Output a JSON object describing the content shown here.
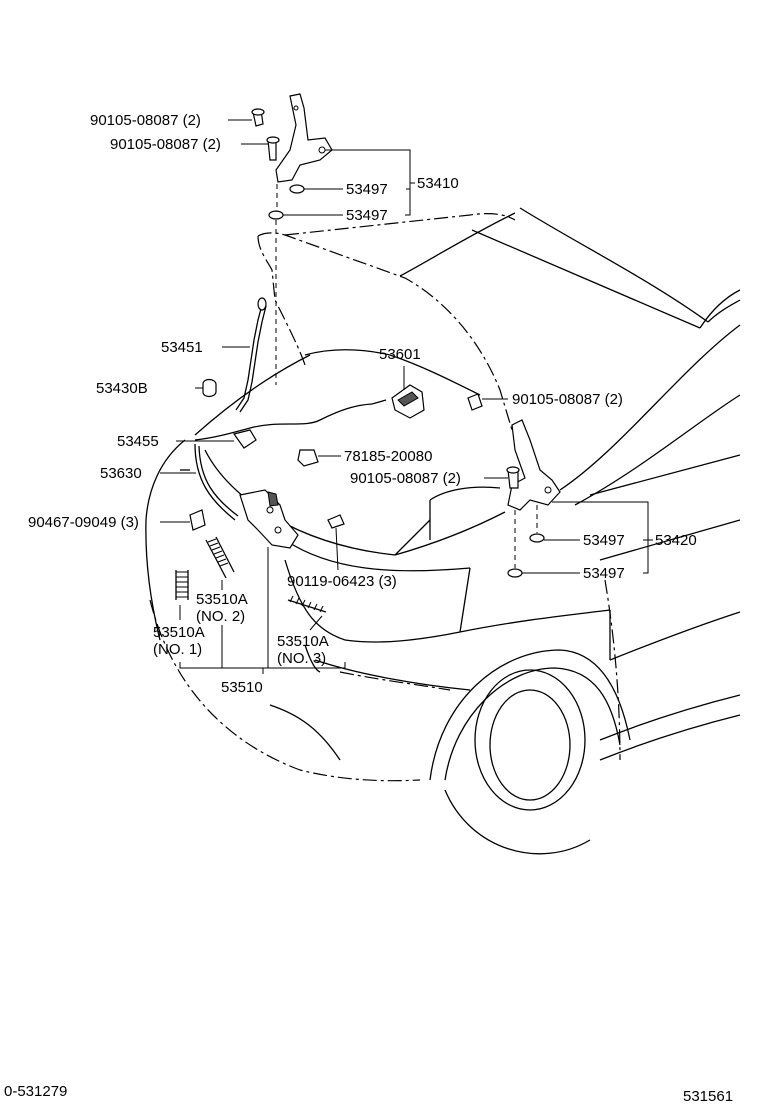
{
  "labels": {
    "bolt_hinge_upper_1": "90105-08087 (2)",
    "bolt_hinge_upper_2": "90105-08087 (2)",
    "washer_upper_1": "53497",
    "hinge_lh_assy": "53410",
    "washer_upper_2": "53497",
    "support_rod": "53451",
    "cushion": "53430B",
    "release_lever": "53601",
    "bolt_hinge_right_1": "90105-08087 (2)",
    "holder": "53455",
    "clamp": "78185-20080",
    "cable": "53630",
    "bolt_hinge_right_2": "90105-08087 (2)",
    "bolt_front": "90467-09049 (3)",
    "washer_right_1": "53497",
    "hinge_rh_assy": "53420",
    "bolt_lock": "90119-06423 (3)",
    "washer_right_2": "53497",
    "spring_no2_part": "53510A",
    "spring_no2_num": "(NO. 2)",
    "spring_no1_part": "53510A",
    "spring_no1_num": "(NO. 1)",
    "spring_no3_part": "53510A",
    "spring_no3_num": "(NO. 3)",
    "lock_assy": "53510"
  },
  "footer": {
    "left_code": "0-531279",
    "right_code": "531561"
  }
}
